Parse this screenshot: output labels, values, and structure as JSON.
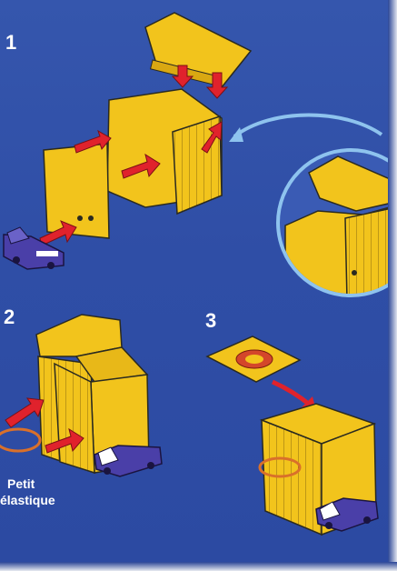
{
  "steps": [
    {
      "number": "1"
    },
    {
      "number": "2"
    },
    {
      "number": "3"
    }
  ],
  "caption": {
    "line1": "Petit",
    "line2": "élastique"
  },
  "colors": {
    "background": "#2e50a8",
    "box_yellow": "#f2c41c",
    "box_shadow": "#c99a10",
    "arrow_red": "#e0222c",
    "truck_purple": "#4a3fa8",
    "callout_blue": "#8ec3ee",
    "band_orange": "#d9702a"
  },
  "icons": [
    "red-arrow-icon",
    "truck-icon",
    "elastic-band-icon",
    "lid-sticker-icon"
  ]
}
